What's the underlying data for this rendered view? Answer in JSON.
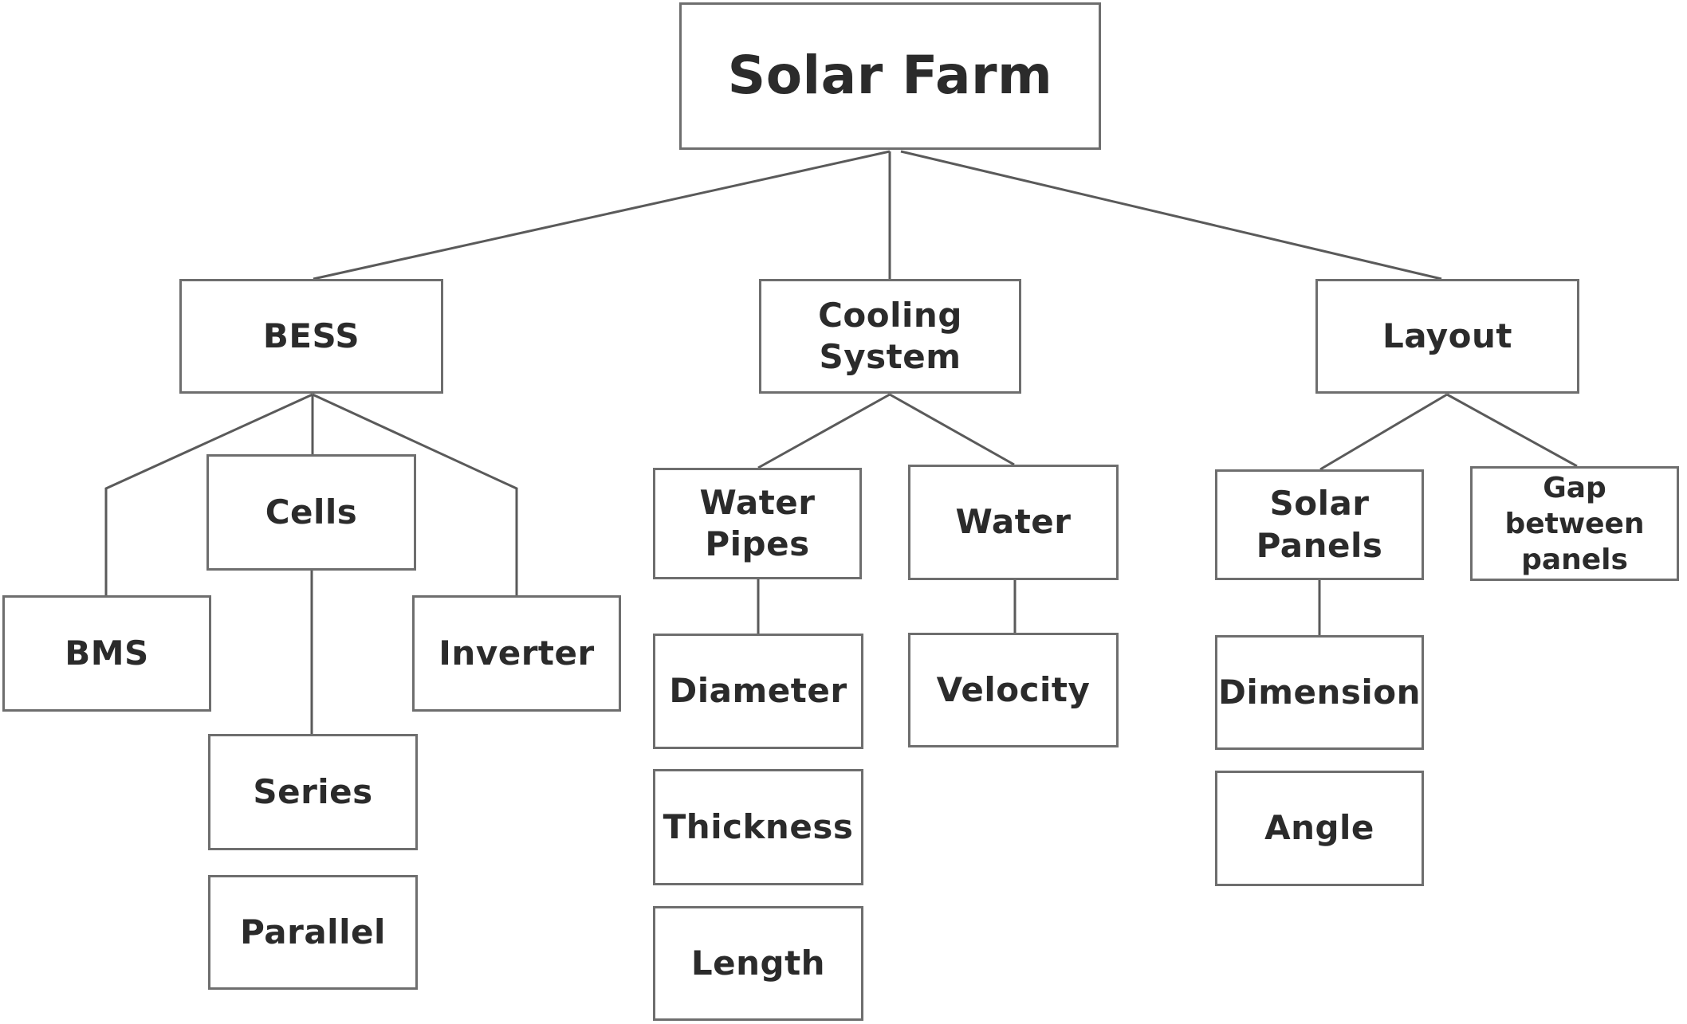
{
  "diagram": {
    "root": "Solar Farm",
    "nodes": {
      "root": "Solar Farm",
      "bess": "BESS",
      "cooling": "Cooling System",
      "layout": "Layout",
      "cells": "Cells",
      "bms": "BMS",
      "inverter": "Inverter",
      "series": "Series",
      "parallel": "Parallel",
      "water_pipes": "Water Pipes",
      "water": "Water",
      "diameter": "Diameter",
      "thickness": "Thickness",
      "length": "Length",
      "velocity": "Velocity",
      "solar_panels": "Solar Panels",
      "gap": "Gap between panels",
      "dimension": "Dimension",
      "angle": "Angle"
    },
    "edges": [
      [
        "root",
        "bess"
      ],
      [
        "root",
        "cooling"
      ],
      [
        "root",
        "layout"
      ],
      [
        "bess",
        "bms"
      ],
      [
        "bess",
        "cells"
      ],
      [
        "bess",
        "inverter"
      ],
      [
        "cells",
        "series"
      ],
      [
        "cooling",
        "water_pipes"
      ],
      [
        "cooling",
        "water"
      ],
      [
        "water_pipes",
        "diameter"
      ],
      [
        "water",
        "velocity"
      ],
      [
        "layout",
        "solar_panels"
      ],
      [
        "layout",
        "gap"
      ],
      [
        "solar_panels",
        "dimension"
      ]
    ]
  }
}
